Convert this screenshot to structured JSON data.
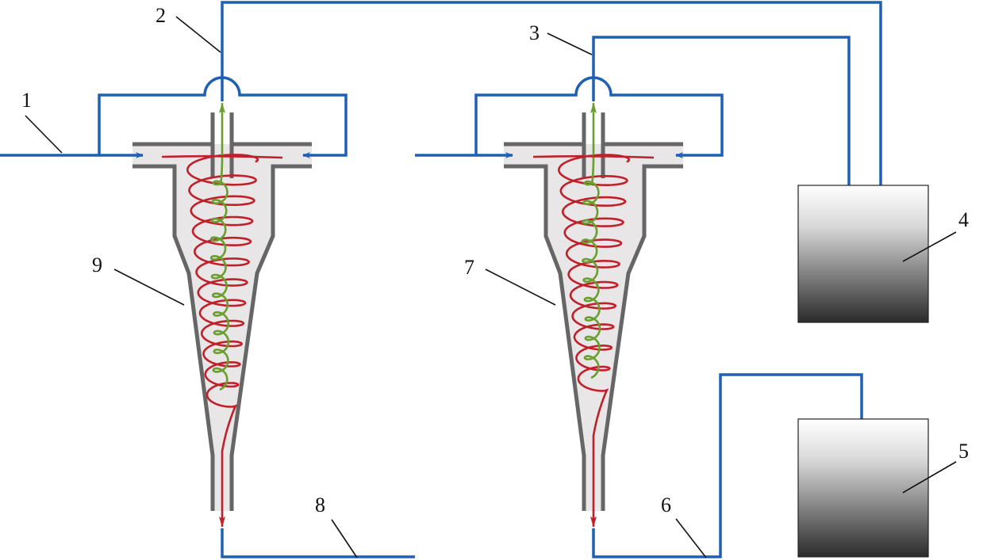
{
  "labels": {
    "l1": "1",
    "l2": "2",
    "l3": "3",
    "l4": "4",
    "l5": "5",
    "l6": "6",
    "l7": "7",
    "l8": "8",
    "l9": "9"
  },
  "colors": {
    "pipe": "#1f5fb4",
    "underflow": "#c0202a",
    "overflow": "#6a9e2e",
    "wall": "#666666",
    "fill": "#e8e6e7"
  }
}
